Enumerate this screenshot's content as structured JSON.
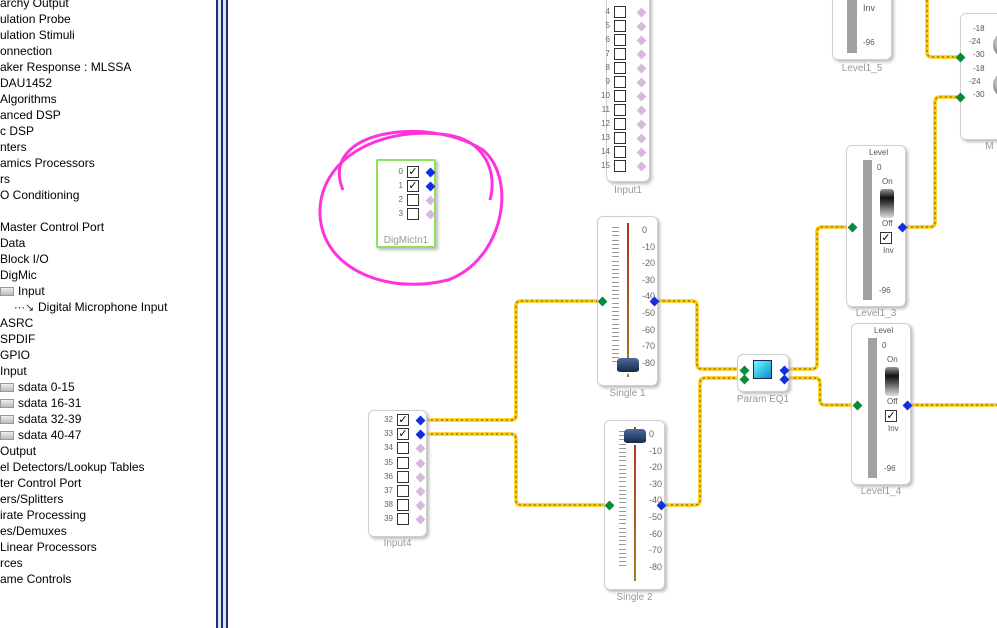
{
  "tree": [
    {
      "label": "archy Output",
      "indent": 0
    },
    {
      "label": "ulation Probe",
      "indent": 0
    },
    {
      "label": "ulation Stimuli",
      "indent": 0
    },
    {
      "label": "onnection",
      "indent": 0
    },
    {
      "label": "aker Response : MLSSA",
      "indent": 0
    },
    {
      "label": "DAU1452",
      "indent": 0
    },
    {
      "label": " Algorithms",
      "indent": 0
    },
    {
      "label": "anced DSP",
      "indent": 0
    },
    {
      "label": "c DSP",
      "indent": 0
    },
    {
      "label": "nters",
      "indent": 0
    },
    {
      "label": "amics Processors",
      "indent": 0
    },
    {
      "label": "rs",
      "indent": 0
    },
    {
      "label": "O Conditioning",
      "indent": 0
    },
    {
      "label": "",
      "indent": 0
    },
    {
      "label": "Master Control Port",
      "indent": 0
    },
    {
      "label": "Data",
      "indent": 0
    },
    {
      "label": "Block I/O",
      "indent": 0
    },
    {
      "label": "DigMic",
      "indent": 0
    },
    {
      "label": "Input",
      "indent": 1
    },
    {
      "label": "Digital Microphone Input",
      "indent": 2
    },
    {
      "label": "ASRC",
      "indent": 0
    },
    {
      "label": "SPDIF",
      "indent": 0
    },
    {
      "label": "GPIO",
      "indent": 0
    },
    {
      "label": "Input",
      "indent": 0
    },
    {
      "label": "sdata 0-15",
      "indent": 1
    },
    {
      "label": "sdata 16-31",
      "indent": 1
    },
    {
      "label": "sdata 32-39",
      "indent": 1
    },
    {
      "label": "sdata 40-47",
      "indent": 1
    },
    {
      "label": "Output",
      "indent": 0
    },
    {
      "label": "el Detectors/Lookup Tables",
      "indent": 0
    },
    {
      "label": "ter Control Port",
      "indent": 0
    },
    {
      "label": "ers/Splitters",
      "indent": 0
    },
    {
      "label": "irate Processing",
      "indent": 0
    },
    {
      "label": "es/Demuxes",
      "indent": 0
    },
    {
      "label": " Linear Processors",
      "indent": 0
    },
    {
      "label": "rces",
      "indent": 0
    },
    {
      "label": "ame Controls",
      "indent": 0
    }
  ],
  "blocks": {
    "input1": {
      "name": "Input1",
      "rows": [
        "4",
        "5",
        "6",
        "7",
        "8",
        "9",
        "10",
        "11",
        "12",
        "13",
        "14",
        "15"
      ]
    },
    "digmic": {
      "name": "DigMicIn1",
      "rows": [
        "0",
        "1",
        "2",
        "3"
      ],
      "checked": [
        true,
        true,
        false,
        false
      ]
    },
    "input4": {
      "name": "Input4",
      "rows": [
        "32",
        "33",
        "34",
        "35",
        "36",
        "37",
        "38",
        "39"
      ],
      "checked": [
        true,
        true,
        false,
        false,
        false,
        false,
        false,
        false
      ]
    },
    "single1": {
      "name": "Single 1",
      "ticks": [
        "0",
        "-10",
        "-20",
        "-30",
        "-40",
        "-50",
        "-60",
        "-70",
        "-80"
      ],
      "value_db": -80
    },
    "single2": {
      "name": "Single 2",
      "ticks": [
        "0",
        "-10",
        "-20",
        "-30",
        "-40",
        "-50",
        "-60",
        "-70",
        "-80"
      ],
      "value_db": 0
    },
    "eq": {
      "name": "Param EQ1"
    },
    "level13": {
      "name": "Level1_3",
      "title": "Level",
      "top": "0",
      "bottom": "-96",
      "on": "On",
      "off": "Off",
      "inv": "Inv"
    },
    "level14": {
      "name": "Level1_4",
      "title": "Level",
      "top": "0",
      "bottom": "-96",
      "on": "On",
      "off": "Off",
      "inv": "Inv"
    },
    "level15": {
      "name": "Level1_5",
      "bottom": "-96",
      "inv": "Inv"
    },
    "mm": {
      "name": "M M",
      "knob_ticks": [
        "-18",
        "-24",
        "-30"
      ]
    }
  },
  "colors": {
    "wire": "#ffc800",
    "annotation": "#ff33dd",
    "selected": "#90e060"
  }
}
